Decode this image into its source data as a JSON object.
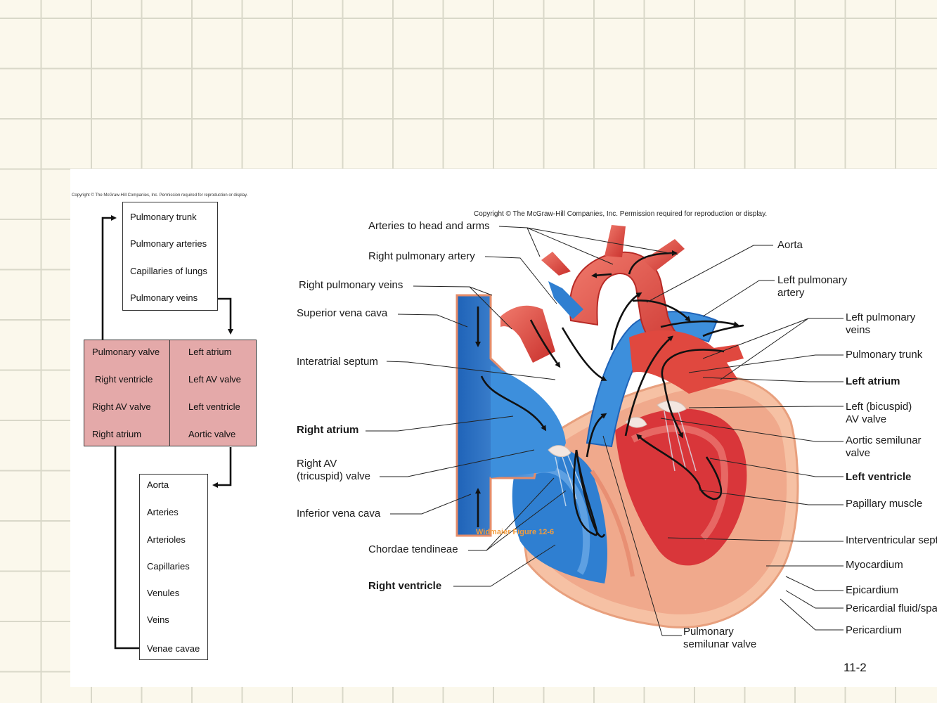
{
  "copyright_small": "Copyright © The McGraw-Hill Companies, Inc. Permission required for reproduction or display.",
  "copyright_main": "Copyright © The McGraw-Hill Companies, Inc. Permission required for reproduction or display.",
  "flow": {
    "pulmonary": [
      "Pulmonary trunk",
      "Pulmonary arteries",
      "Capillaries of lungs",
      "Pulmonary veins"
    ],
    "right_heart": [
      "Pulmonary valve",
      "Right ventricle",
      "Right AV valve",
      "Right atrium"
    ],
    "left_heart": [
      "Left atrium",
      "Left AV valve",
      "Left ventricle",
      "Aortic valve"
    ],
    "systemic": [
      "Aorta",
      "Arteries",
      "Arterioles",
      "Capillaries",
      "Venules",
      "Veins",
      "Venae cavae"
    ]
  },
  "labels_left": {
    "arteries_head_arms": "Arteries to head and arms",
    "right_pulmonary_artery": "Right pulmonary artery",
    "right_pulmonary_veins": "Right pulmonary veins",
    "superior_vena_cava": "Superior vena cava",
    "interatrial_septum": "Interatrial septum",
    "right_atrium": "Right atrium",
    "right_av_valve_1": "Right AV",
    "right_av_valve_2": "(tricuspid) valve",
    "inferior_vena_cava": "Inferior vena cava",
    "chordae_tendineae": "Chordae tendineae",
    "right_ventricle": "Right ventricle"
  },
  "labels_right": {
    "aorta": "Aorta",
    "left_pulmonary_artery_1": "Left pulmonary",
    "left_pulmonary_artery_2": "artery",
    "left_pulmonary_veins_1": "Left pulmonary",
    "left_pulmonary_veins_2": "veins",
    "pulmonary_trunk": "Pulmonary trunk",
    "left_atrium": "Left atrium",
    "left_av_valve_1": "Left (bicuspid)",
    "left_av_valve_2": "AV valve",
    "aortic_valve_1": "Aortic semilunar",
    "aortic_valve_2": "valve",
    "left_ventricle": "Left ventricle",
    "papillary_muscle": "Papillary muscle",
    "interventricular_septum": "Interventricular septum",
    "myocardium": "Myocardium",
    "epicardium": "Epicardium",
    "pericardial_fluid": "Pericardial fluid/space",
    "pericardium": "Pericardium"
  },
  "labels_bottom": {
    "pulmonary_valve_1": "Pulmonary",
    "pulmonary_valve_2": "semilunar valve"
  },
  "figure_ref": "Widmaier Figure 12-6",
  "page_number": "11-2",
  "colors": {
    "artery_red": "#e0483f",
    "vein_blue": "#2f7fd1",
    "flow_box_pink": "#e4a9a9",
    "myocardium": "#f2b39a"
  }
}
